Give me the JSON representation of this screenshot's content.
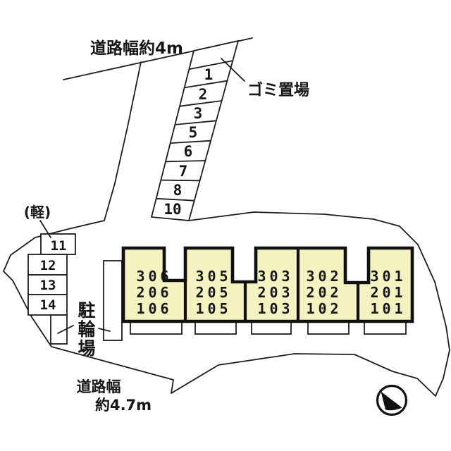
{
  "plan": {
    "road_top_label": "道路幅約4m",
    "road_bottom_label_line1": "道路幅",
    "road_bottom_label_line2": "約4.7m",
    "garbage_label": "ゴミ置場",
    "kei_label": "(軽)",
    "bicycle_label_chars": [
      "駐",
      "輪",
      "場"
    ],
    "colors": {
      "unit_fill": "#f5f2c2",
      "line": "#1c1c1c",
      "background": "#ffffff"
    }
  },
  "parking": {
    "strip_numbers": [
      "1",
      "2",
      "3",
      "5",
      "6",
      "7",
      "8",
      "10"
    ],
    "side_numbers": [
      "11",
      "12",
      "13",
      "14"
    ]
  },
  "building": {
    "units": [
      {
        "floors": [
          "306",
          "206",
          "106"
        ]
      },
      {
        "floors": [
          "305",
          "205",
          "105"
        ]
      },
      {
        "floors": [
          "303",
          "203",
          "103"
        ]
      },
      {
        "floors": [
          "302",
          "202",
          "102"
        ]
      },
      {
        "floors": [
          "301",
          "201",
          "101"
        ]
      }
    ]
  },
  "icons": {
    "compass": "north-arrow-icon"
  }
}
